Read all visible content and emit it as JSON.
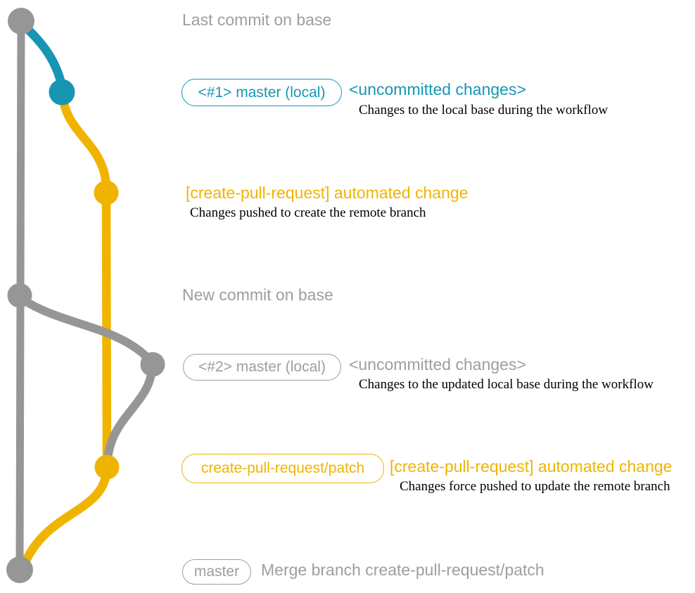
{
  "colors": {
    "teal": "#1796b4",
    "yellow": "#f0b400",
    "gray": "#969696",
    "gray_text": "#9e9e9e",
    "caption": "#000000"
  },
  "graph": {
    "branches": [
      {
        "name": "base",
        "color": "#969696"
      },
      {
        "name": "master (local) #1",
        "color": "#1796b4"
      },
      {
        "name": "create-pull-request/patch",
        "color": "#f0b400"
      },
      {
        "name": "master (local) #2",
        "color": "#969696"
      }
    ],
    "commit_count": 7
  },
  "rows": {
    "last_commit": {
      "title": "Last commit on base"
    },
    "master1": {
      "pill": "<#1> master (local)",
      "title": "<uncommitted changes>",
      "caption": "Changes to the local base during the workflow"
    },
    "automated1": {
      "title": "[create-pull-request] automated change",
      "caption": "Changes pushed to create the remote branch"
    },
    "new_commit": {
      "title": "New commit on base"
    },
    "master2": {
      "pill": "<#2> master (local)",
      "title": "<uncommitted changes>",
      "caption": "Changes to the updated local base during the workflow"
    },
    "automated2": {
      "pill": "create-pull-request/patch",
      "title": "[create-pull-request] automated change",
      "caption": "Changes force pushed to update the remote branch"
    },
    "merge": {
      "pill": "master",
      "title": "Merge branch create-pull-request/patch"
    }
  }
}
